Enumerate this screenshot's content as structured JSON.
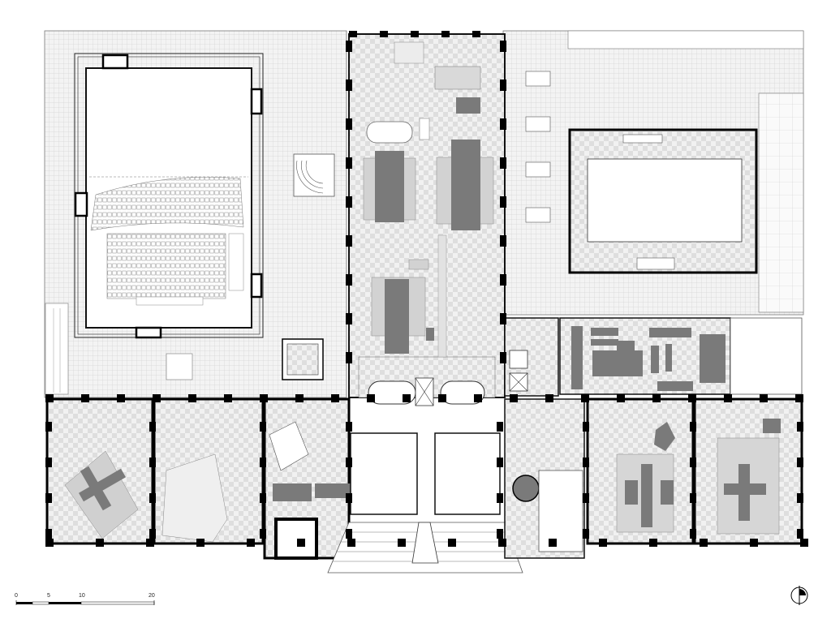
{
  "scale_bar": {
    "ticks": [
      "0",
      "5",
      "10",
      "20"
    ]
  },
  "north_arrow": {
    "icon": "north-arrow-icon"
  },
  "colors": {
    "wall": "#000000",
    "line": "#555555",
    "block": "#7a7a7a",
    "light_block": "#d6d6d6",
    "paving": "#efefef"
  }
}
